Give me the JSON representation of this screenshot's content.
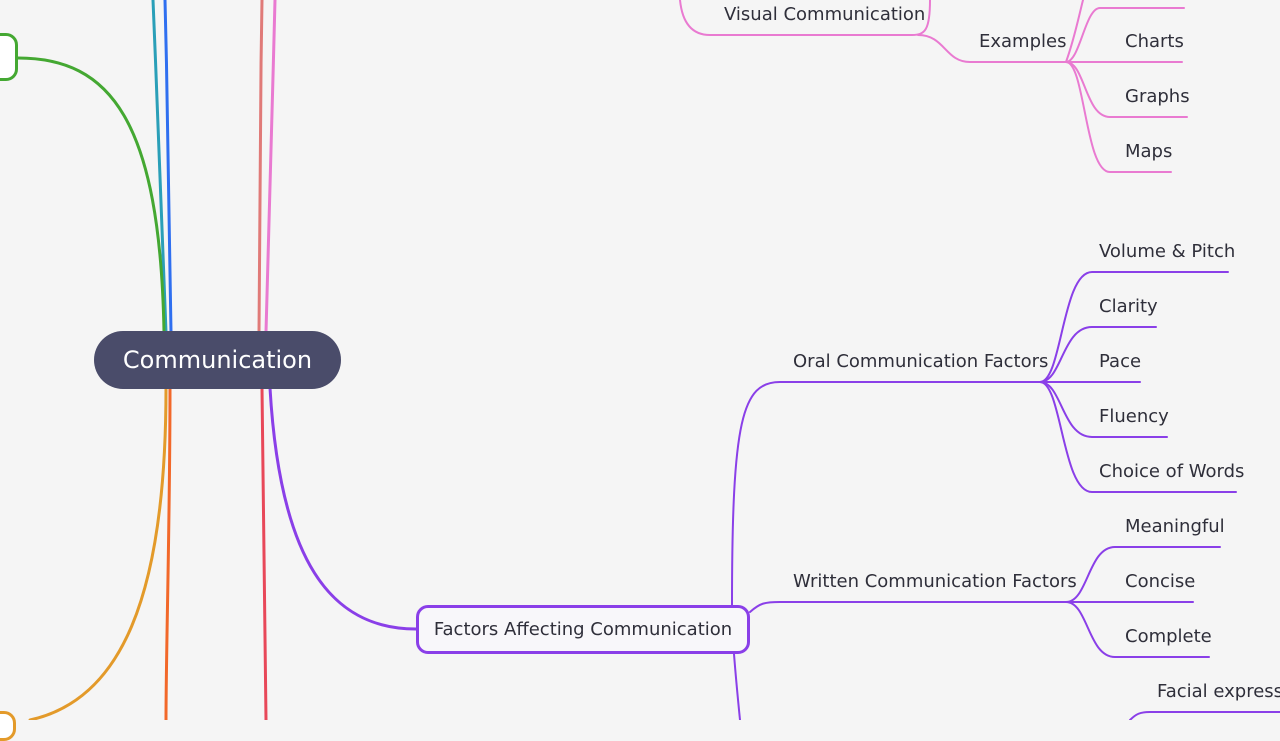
{
  "mindmap": {
    "root": "Communication",
    "visual": {
      "title": "Visual Communication",
      "examples_label": "Examples",
      "items": [
        "Charts",
        "Graphs",
        "Maps"
      ]
    },
    "factors": {
      "title": "Factors Affecting Communication",
      "oral": {
        "title": "Oral Communication Factors",
        "items": [
          "Volume & Pitch",
          "Clarity",
          "Pace",
          "Fluency",
          "Choice of Words"
        ]
      },
      "written": {
        "title": "Written Communication Factors",
        "items": [
          "Meaningful",
          "Concise",
          "Complete"
        ]
      },
      "nonverbal_partial": "Facial expressio"
    }
  },
  "colors": {
    "root_fill": "#4a4c6a",
    "pink": "#e97ad1",
    "purple": "#8a3fe8",
    "green": "#44a832",
    "teal": "#2a9fb8",
    "blue": "#2f6ff0",
    "orange": "#e39a2a",
    "orange_red": "#f2682a",
    "red": "#e84859",
    "salmon": "#e07a78"
  }
}
